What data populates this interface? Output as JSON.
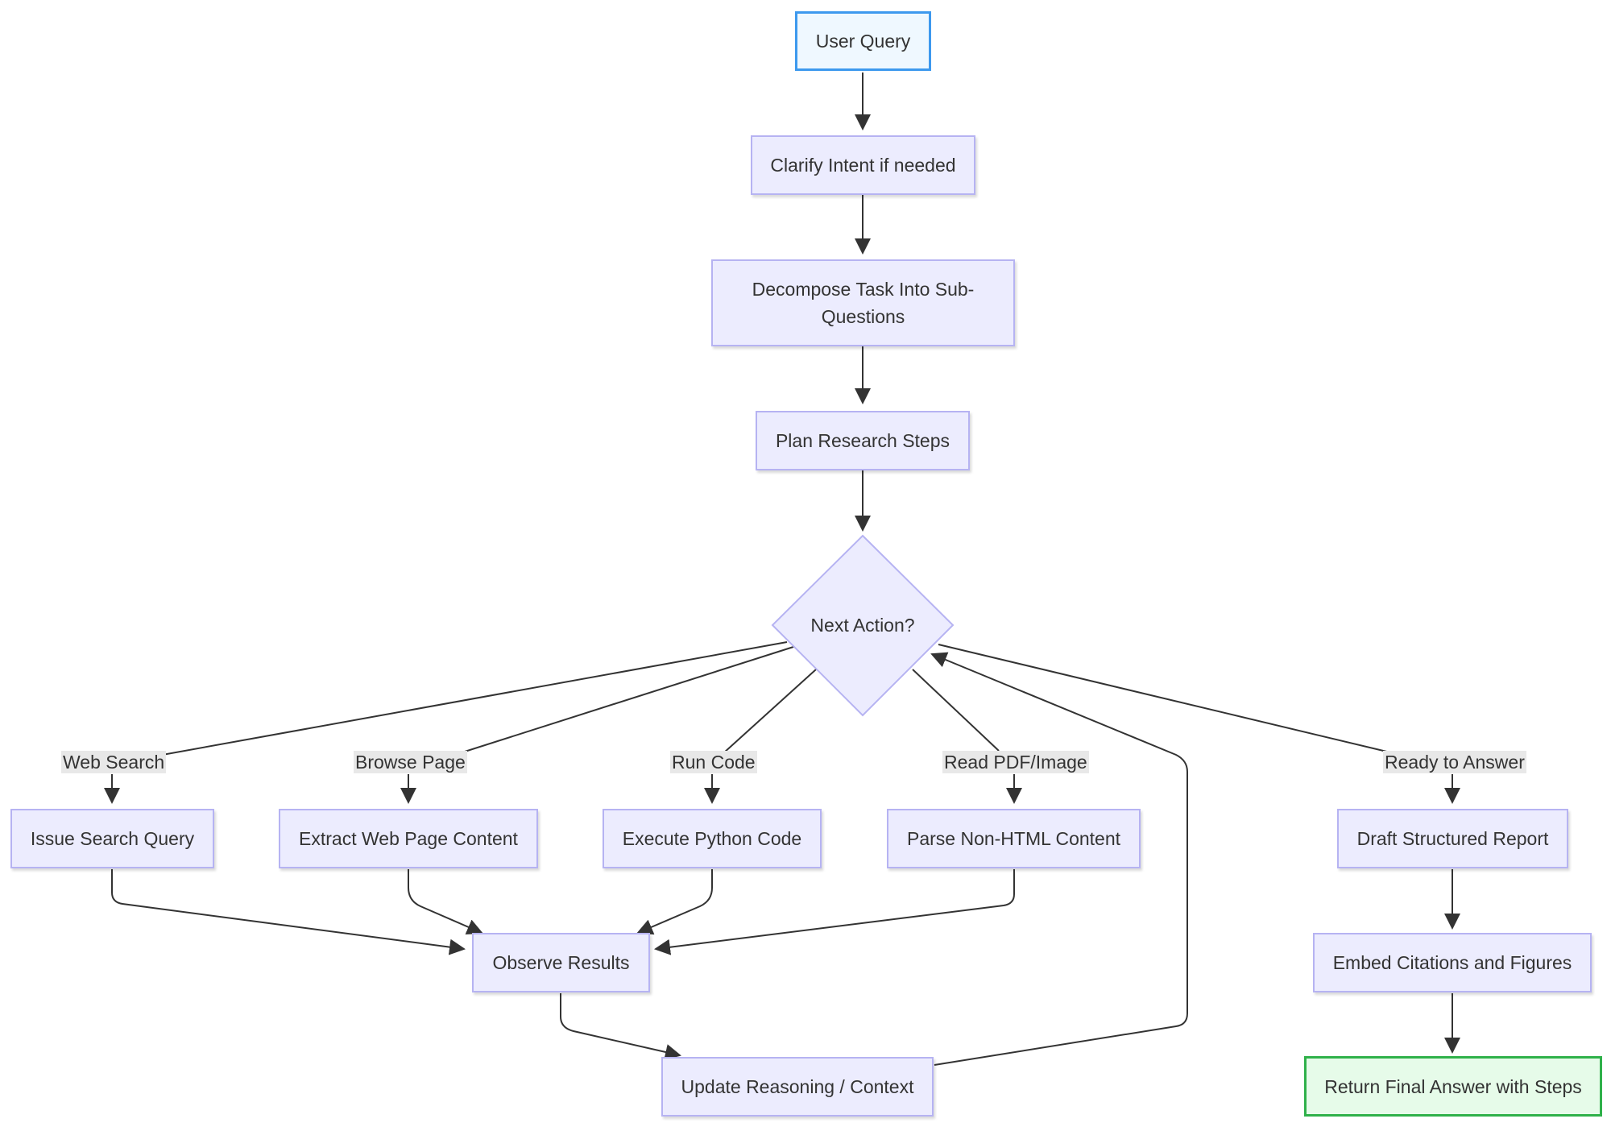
{
  "diagram": {
    "nodes": {
      "user_query": "User Query",
      "clarify": "Clarify Intent if needed",
      "decompose": "Decompose Task Into Sub-Questions",
      "plan": "Plan Research Steps",
      "next_action": "Next Action?",
      "issue_search": "Issue Search Query",
      "extract_web": "Extract Web Page Content",
      "execute_python": "Execute Python Code",
      "parse_non_html": "Parse Non-HTML Content",
      "draft_report": "Draft Structured Report",
      "observe": "Observe Results",
      "embed": "Embed Citations and Figures",
      "update": "Update Reasoning / Context",
      "return_final": "Return Final Answer with Steps"
    },
    "edge_labels": {
      "web_search": "Web Search",
      "browse_page": "Browse Page",
      "run_code": "Run Code",
      "read_pdf": "Read PDF/Image",
      "ready": "Ready to Answer"
    },
    "colors": {
      "node_fill": "#ececfe",
      "node_border": "#b6b3f2",
      "start_fill": "#eff8ff",
      "start_border": "#3d99ee",
      "end_fill": "#e6fbe9",
      "end_border": "#2fb14a",
      "edge": "#333333",
      "edge_label_bg": "#e8e8e8"
    }
  }
}
